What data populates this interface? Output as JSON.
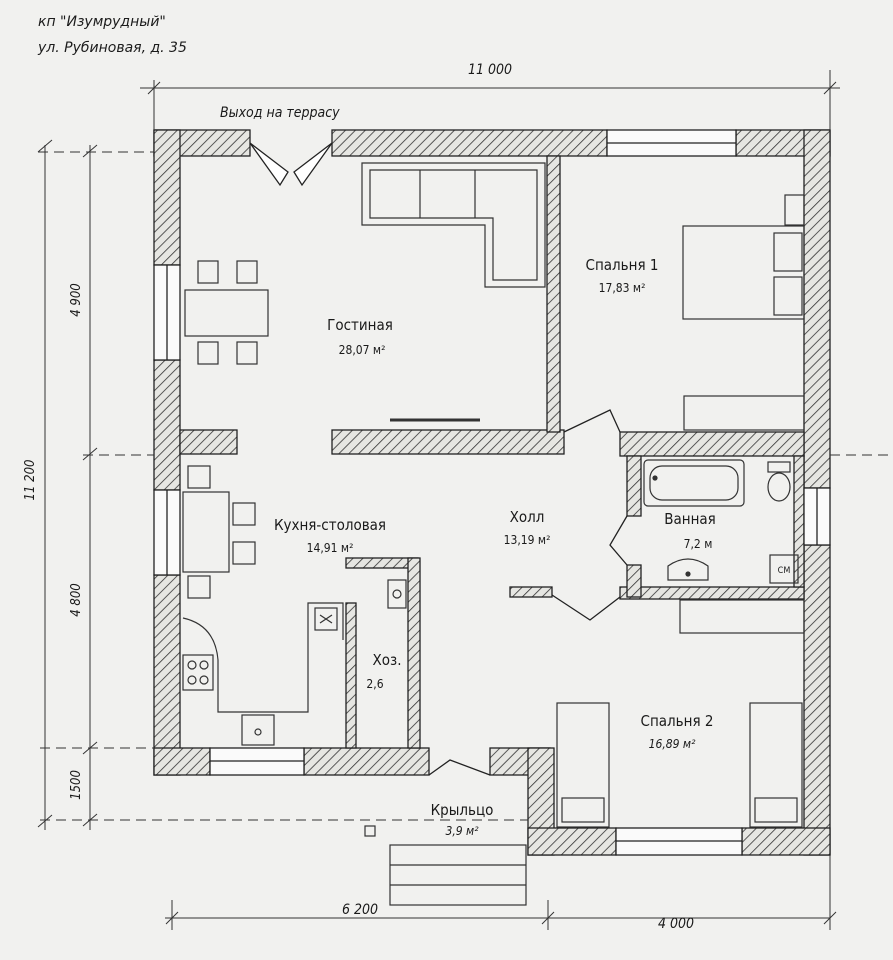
{
  "header": {
    "address_line1": "кп \"Изумрудный\"",
    "address_line2": "ул. Рубиновая, д. 35"
  },
  "annotations": {
    "terrace_exit": "Выход на террасу"
  },
  "rooms": [
    {
      "id": "living",
      "name": "Гостиная",
      "area": "28,07 м²"
    },
    {
      "id": "bedroom1",
      "name": "Спальня 1",
      "area": "17,83 м²"
    },
    {
      "id": "kitchen",
      "name": "Кухня-столовая",
      "area": "14,91 м²"
    },
    {
      "id": "hall",
      "name": "Холл",
      "area": "13,19 м²"
    },
    {
      "id": "bath",
      "name": "Ванная",
      "area": "7,2 м"
    },
    {
      "id": "utility",
      "name": "Хоз.",
      "area": "2,6"
    },
    {
      "id": "bedroom2",
      "name": "Спальня 2",
      "area": "16,89 м²"
    },
    {
      "id": "porch",
      "name": "Крыльцо",
      "area": "3,9 м²"
    }
  ],
  "fixtures": {
    "washer_label": "СМ"
  },
  "dimensions": {
    "top": "11 000",
    "left_total": "11 200",
    "left_upper": "4 900",
    "left_middle": "4 800",
    "left_lower": "1500",
    "bottom_left": "6 200",
    "bottom_right": "4 000"
  }
}
